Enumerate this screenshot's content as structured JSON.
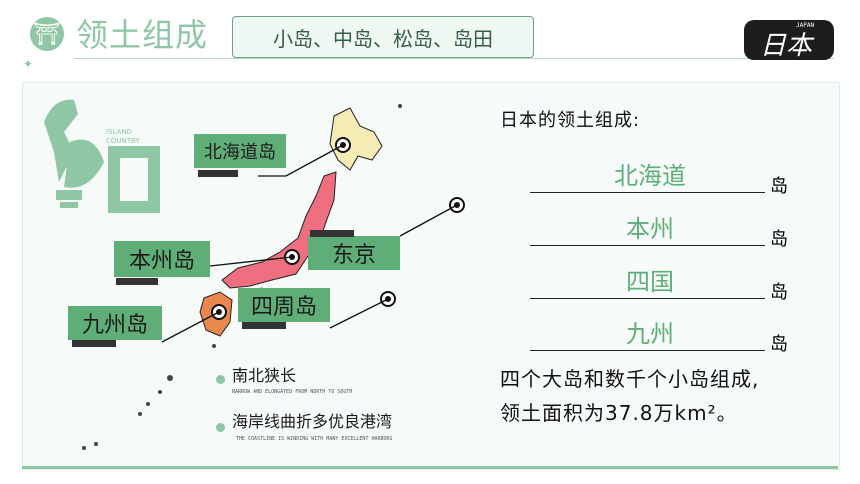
{
  "header": {
    "icon": "gate-icon",
    "title": "领土组成",
    "subtitle_box": "小岛、中岛、松岛、岛田"
  },
  "logo": {
    "sub": "JAPAN",
    "main": "日本"
  },
  "map": {
    "island_tag": "ISLAND COUNTRY",
    "labels": {
      "hokkaido": "北海道岛",
      "honshu": "本州岛",
      "tokyo": "东京",
      "kyushu": "九州岛",
      "shikoku": "四周岛"
    },
    "colors": {
      "hokkaido": "#f4ecb4",
      "honshu": "#ee6f80",
      "shikoku": "#8fd07d",
      "kyushu": "#e8874e"
    }
  },
  "bullets": [
    {
      "text": "南北狭长",
      "sub": "NARROW AND ELONGATED FROM NORTH TO SOUTH"
    },
    {
      "text": "海岸线曲折多优良港湾",
      "sub": "THE COASTLINE IS WINDING WITH MANY EXCELLENT HARBORS"
    }
  ],
  "right": {
    "title": "日本的领土组成:",
    "suffix": "岛",
    "answers": [
      "北海道",
      "本州",
      "四国",
      "九州"
    ],
    "summary_line1": "四个大岛和数千个小岛组成,",
    "summary_line2": "领土面积为37.8万km²。"
  }
}
